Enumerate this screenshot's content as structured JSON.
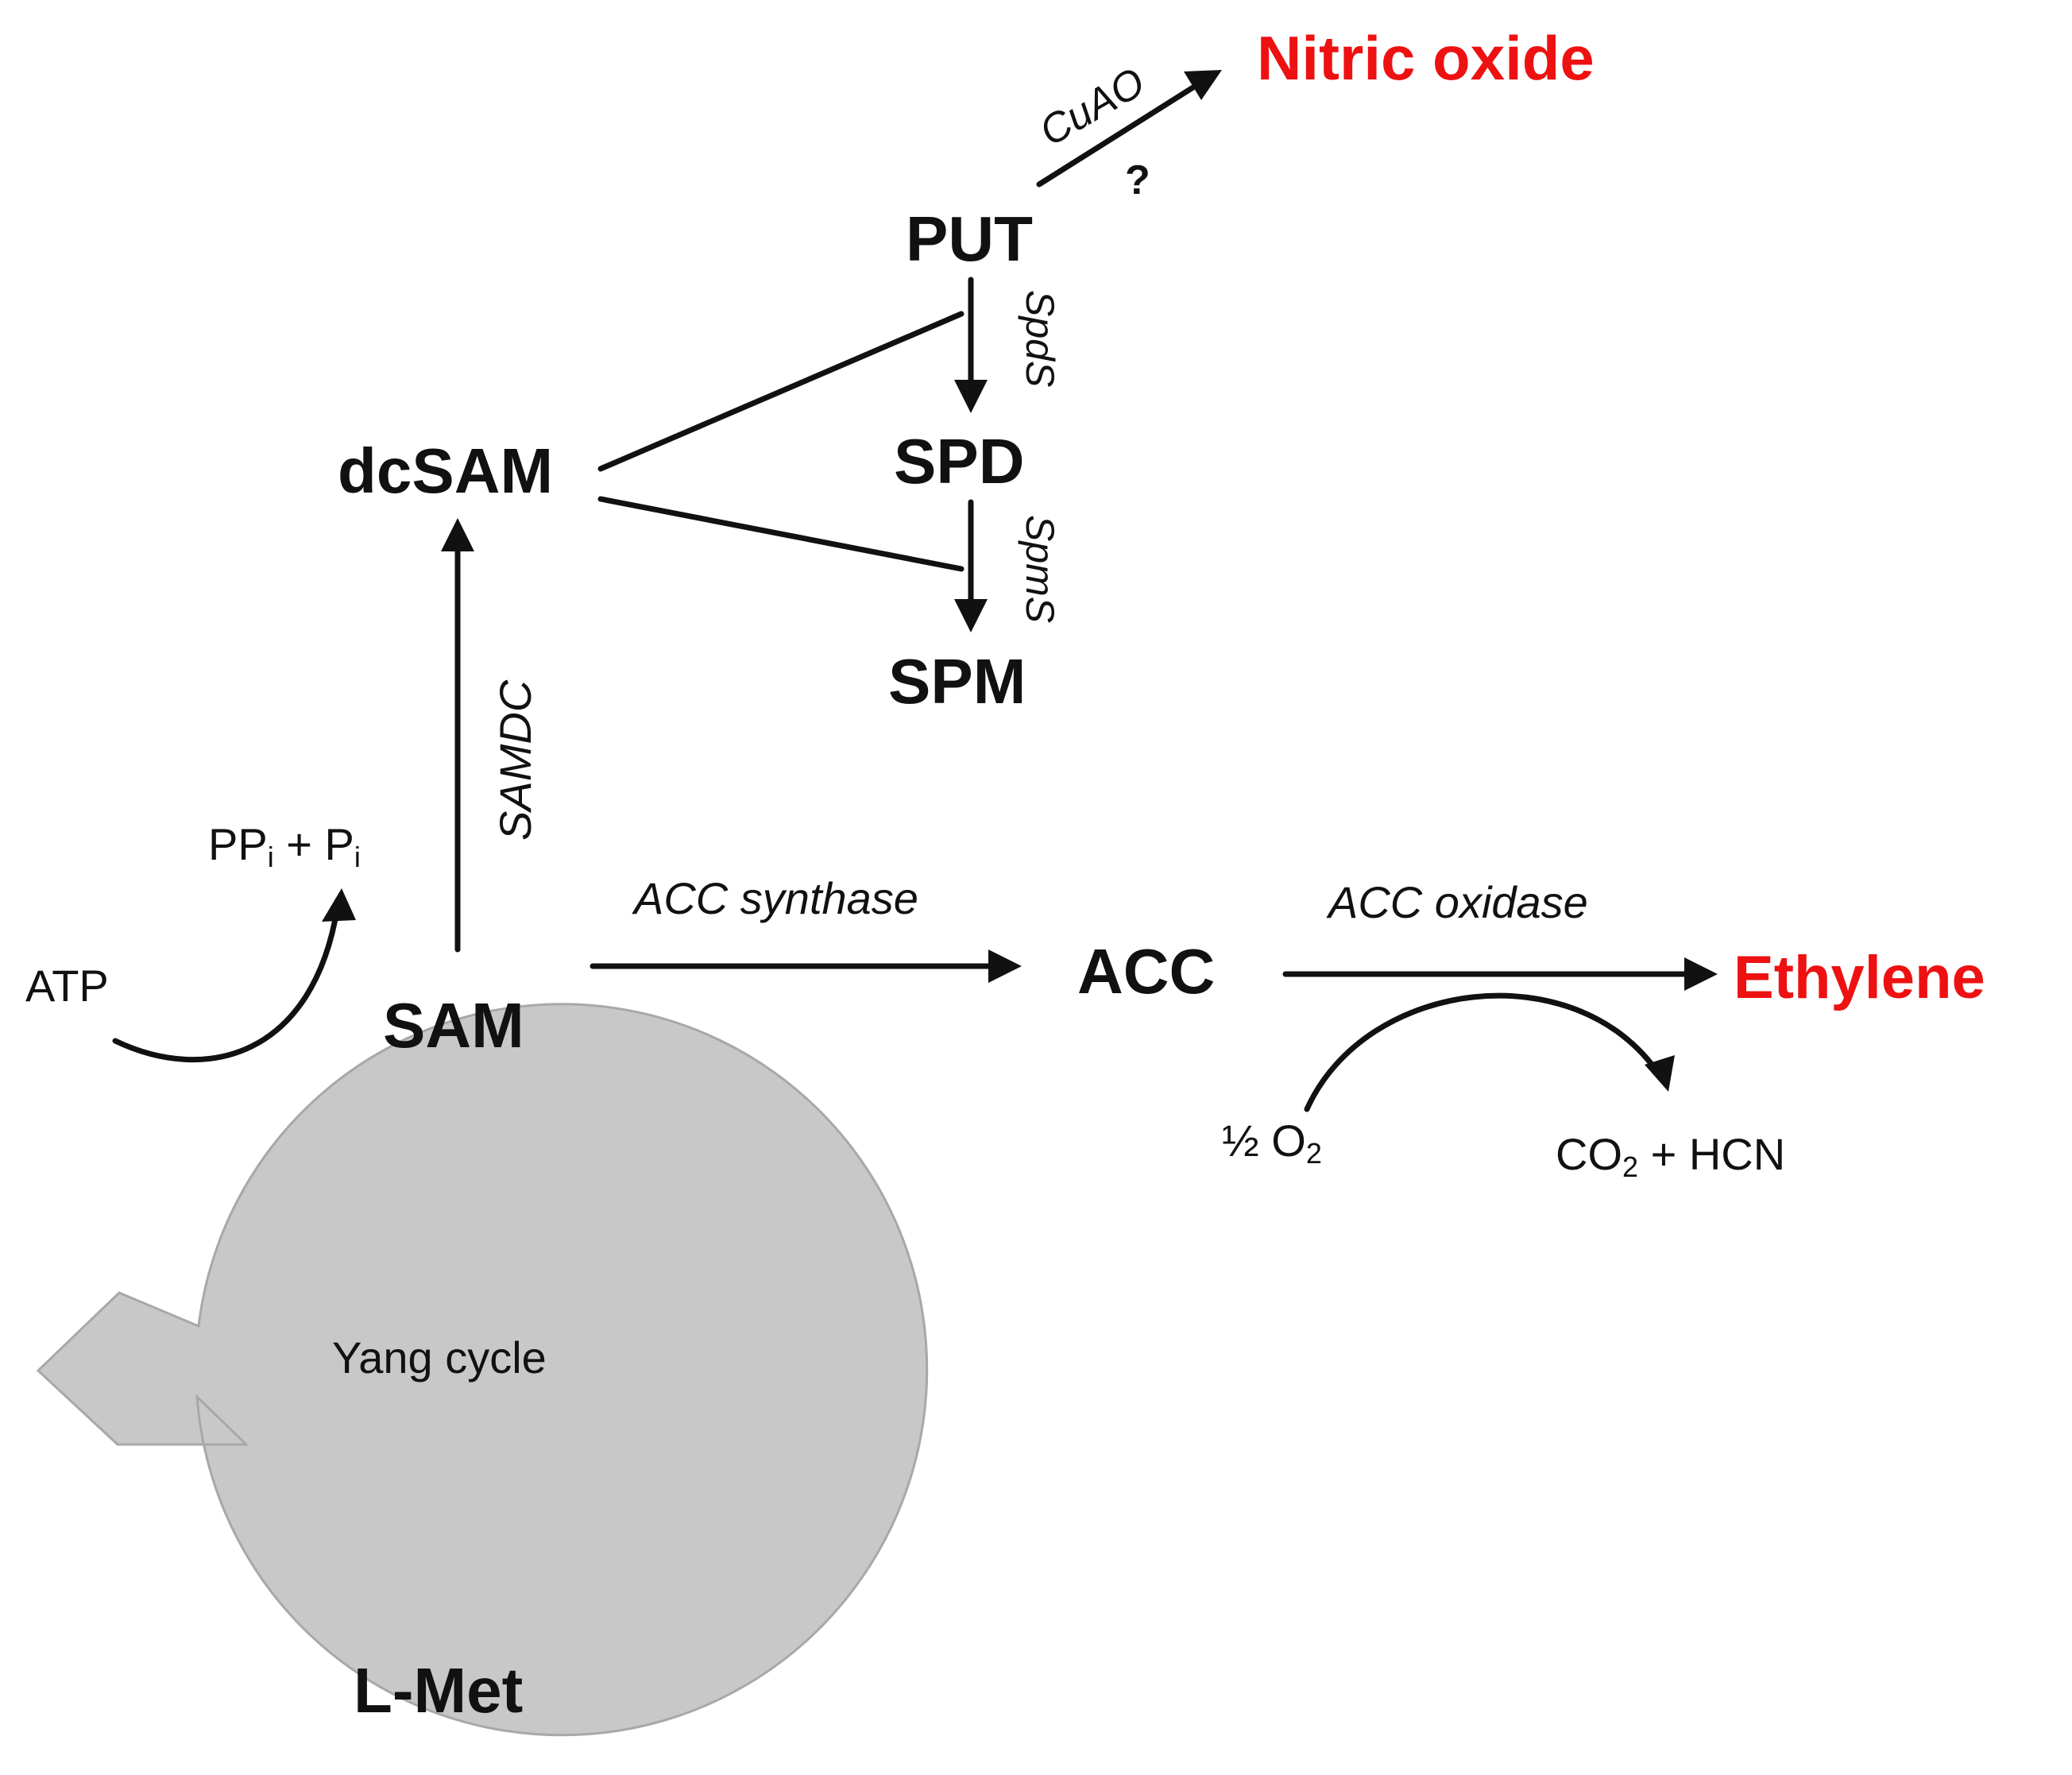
{
  "colors": {
    "highlight": "#ee1111",
    "ink": "#111111",
    "cycle_fill": "#c8c8c8",
    "cycle_stroke": "#a8a8a8"
  },
  "nodes": {
    "nitric_oxide": "Nitric oxide",
    "put": "PUT",
    "spd": "SPD",
    "spm": "SPM",
    "dcsam": "dcSAM",
    "sam": "SAM",
    "acc": "ACC",
    "ethylene": "Ethylene",
    "l_met": "L-Met",
    "yang_cycle": "Yang cycle",
    "atp": "ATP"
  },
  "enzymes": {
    "cuao": "CuAO",
    "spds": "SpdS",
    "spms": "SpmS",
    "samdc": "SAMDC",
    "acc_synthase": "ACC synthase",
    "acc_oxidase": "ACC oxidase"
  },
  "annotations": {
    "question": "?"
  },
  "formulas": {
    "ppi_main": "PP",
    "ppi_sub": "i",
    "plus": " + ",
    "pi_main": "P",
    "pi_sub": "i",
    "half": "½ O",
    "o2_sub": "2",
    "co2_main": "CO",
    "co2_sub": "2",
    "hcn": " + HCN"
  }
}
